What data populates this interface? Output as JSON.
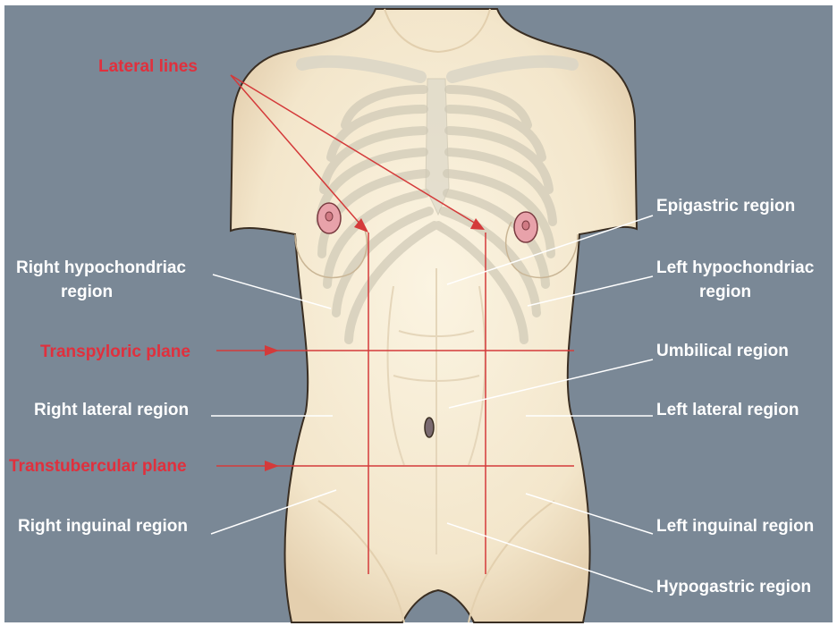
{
  "labels": {
    "lateral_lines": "Lateral lines",
    "epigastric": "Epigastric region",
    "right_hypochondriac_1": "Right hypochondriac",
    "right_hypochondriac_2": "region",
    "left_hypochondriac_1": "Left hypochondriac",
    "left_hypochondriac_2": "region",
    "transpyloric": "Transpyloric plane",
    "umbilical": "Umbilical region",
    "right_lateral": "Right lateral region",
    "left_lateral": "Left lateral region",
    "transtubercular": "Transtubercular plane",
    "right_inguinal": "Right inguinal region",
    "left_inguinal": "Left inguinal region",
    "hypogastric": "Hypogastric region"
  },
  "colors": {
    "background": "#7a8896",
    "skin": "#f6ecd5",
    "skin_shadow": "#e6d3b4",
    "outline": "#3a2e22",
    "bone": "#d6d3c4",
    "red_label": "#e0303d",
    "red_line": "#d43a3a",
    "white_label": "#ffffff",
    "areola": "#e8a2aa"
  }
}
